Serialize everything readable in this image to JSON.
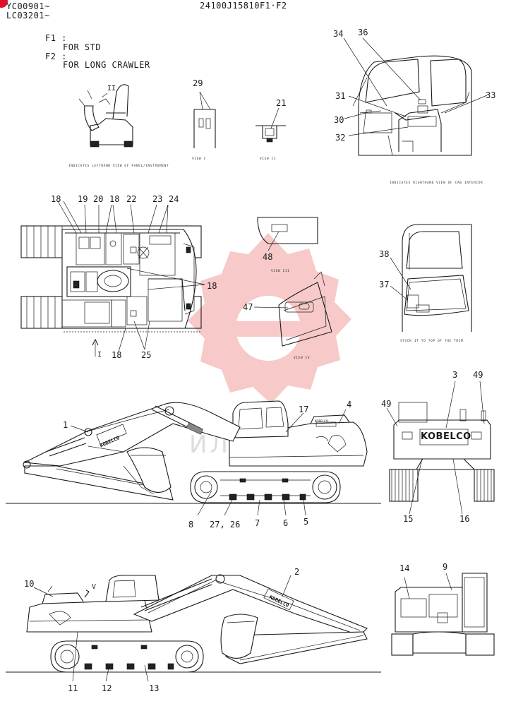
{
  "header": {
    "model_range_1": "YC00901~",
    "model_range_2": "LC03201~",
    "part_number": "24100J15810F1·F2"
  },
  "legend": {
    "f1_key": "F1 :",
    "f1_text": "FOR STD",
    "f2_key": "F2 :",
    "f2_text": "FOR LONG CRAWLER"
  },
  "captions": {
    "panel_view": "INDICATES LEFTHAND VIEW OF PANEL/INSTRUMENT",
    "view_1": "VIEW I",
    "view_2": "VIEW II",
    "cab_view": "INDICATES RIGHTHAND VIEW OF CAB INTERIOR",
    "view_3": "VIEW III",
    "view_4": "VIEW IV",
    "stick": "STICK IT TO TOP OF THE TRIM",
    "arrow_I": "I",
    "arrow_V": "V",
    "arrow_II": "II"
  },
  "brand": {
    "logo": "KOBELCO",
    "decal": "KOBELCO"
  },
  "callouts": {
    "c1": "1",
    "c2": "2",
    "c3": "3",
    "c4": "4",
    "c5": "5",
    "c6": "6",
    "c7": "7",
    "c8": "8",
    "c9": "9",
    "c10": "10",
    "c11": "11",
    "c12": "12",
    "c13": "13",
    "c14": "14",
    "c15": "15",
    "c16": "16",
    "c17": "17",
    "c18a": "18",
    "c18b": "18",
    "c18c": "18",
    "c18d": "18",
    "c19": "19",
    "c20": "20",
    "c21": "21",
    "c22": "22",
    "c23": "23",
    "c24": "24",
    "c25": "25",
    "c2726": "27, 26",
    "c29": "29",
    "c30": "30",
    "c31": "31",
    "c32": "32",
    "c33": "33",
    "c34": "34",
    "c36": "36",
    "c37": "37",
    "c38": "38",
    "c47": "47",
    "c48": "48",
    "c49a": "49",
    "c49b": "49"
  },
  "colors": {
    "line": "#1a1a1a",
    "badge": "#e0102a",
    "watermark": "#e85a5a"
  }
}
